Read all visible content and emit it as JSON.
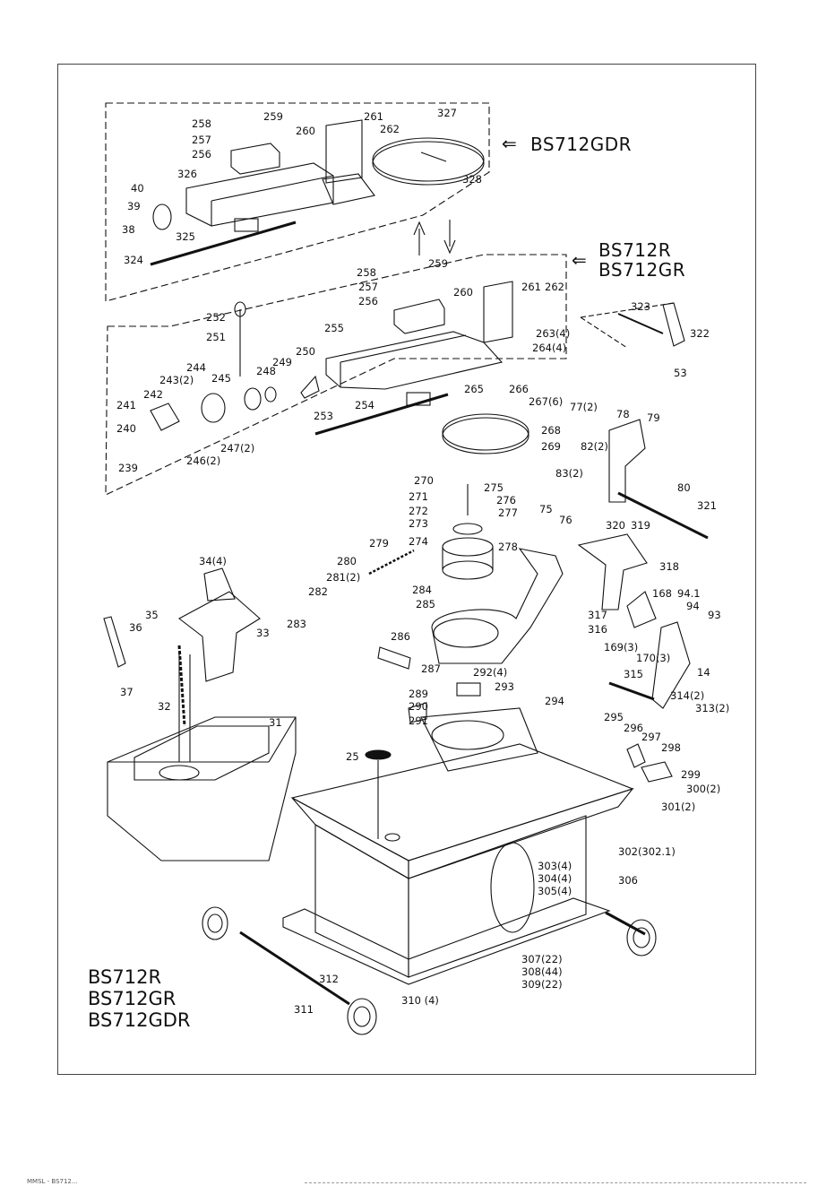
{
  "models": {
    "top_group": "BS712GDR",
    "mid_group_1": "BS712R",
    "mid_group_2": "BS712GR",
    "bottom_1": "BS712R",
    "bottom_2": "BS712GR",
    "bottom_3": "BS712GDR"
  },
  "arrow_glyph": "⇐",
  "labels": [
    "258",
    "259",
    "257",
    "256",
    "260",
    "261",
    "262",
    "327",
    "326",
    "328",
    "40",
    "39",
    "38",
    "325",
    "324",
    "258",
    "259",
    "257",
    "256",
    "261",
    "262",
    "260",
    "263(4)",
    "264(4)",
    "252",
    "255",
    "323",
    "322",
    "251",
    "250",
    "249",
    "248",
    "245",
    "244",
    "243(2)",
    "242",
    "241",
    "240",
    "239",
    "246(2)",
    "247(2)",
    "253",
    "254",
    "265",
    "266",
    "267(6)",
    "268",
    "269",
    "53",
    "77(2)",
    "78",
    "79",
    "82(2)",
    "83(2)",
    "75",
    "76",
    "80",
    "321",
    "270",
    "275",
    "271",
    "276",
    "272",
    "277",
    "273",
    "274",
    "278",
    "279",
    "280",
    "281(2)",
    "282",
    "283",
    "284",
    "285",
    "34(4)",
    "35",
    "36",
    "37",
    "33",
    "32",
    "31",
    "320",
    "319",
    "318",
    "168",
    "94.1",
    "94",
    "93",
    "169(3)",
    "170(3)",
    "14",
    "315",
    "314(2)",
    "313(2)",
    "317",
    "316",
    "286",
    "287",
    "292(4)",
    "293",
    "289",
    "290",
    "291",
    "294",
    "295",
    "296",
    "297",
    "298",
    "299",
    "300(2)",
    "301(2)",
    "25",
    "302(302.1)",
    "303(4)",
    "304(4)",
    "305(4)",
    "306",
    "307(22)",
    "308(44)",
    "309(22)",
    "312",
    "311",
    "310 (4)"
  ],
  "footer": "MMSL - BS712..."
}
